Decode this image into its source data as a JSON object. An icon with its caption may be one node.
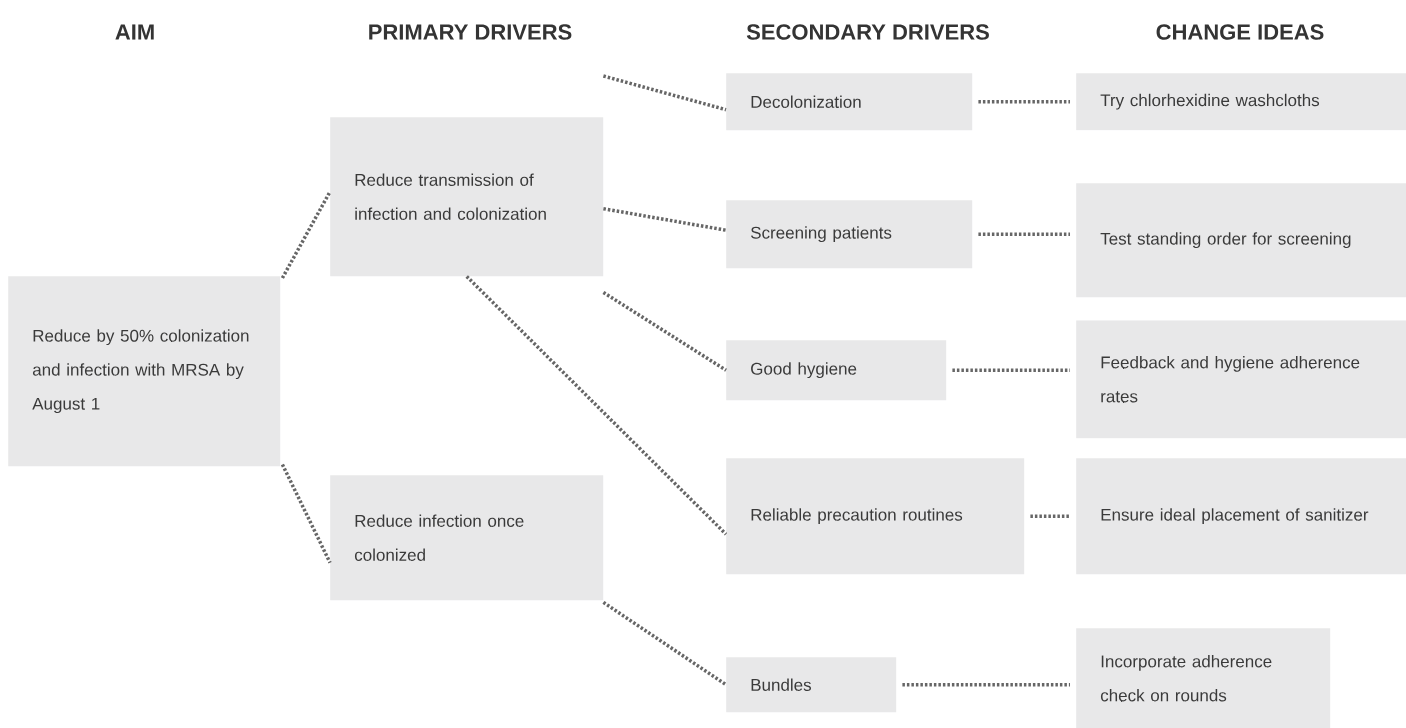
{
  "diagram": {
    "nodes": [
      {
        "text": [
          "Reduce by 50% colonization and infection with MRSA by August 1"
        ]
      },
      {
        "text": [
          "Reduce transmission of infection and colonization"
        ]
      },
      {
        "text": [
          "Reduce infection once colonized"
        ]
      },
      {
        "text": [
          "Decolonization"
        ]
      },
      {
        "text": [
          "Screening patients"
        ]
      },
      {
        "text": [
          "Good hygiene"
        ]
      },
      {
        "text": [
          "Reliable precaution routines"
        ]
      },
      {
        "text": [
          "Bundles"
        ]
      },
      {
        "text": [
          "Try chlorhexidine washcloths"
        ]
      },
      {
        "text": [
          "Test standing order for screening"
        ]
      },
      {
        "text": [
          "Feedback and hygiene adherence rates"
        ]
      },
      {
        "text": [
          "Ensure ideal placement of sanitizer"
        ]
      },
      {
        "text": [
          "Incorporate adherence check on rounds"
        ]
      }
    ],
    "edges": [
      {
        "from": 0,
        "to": 1,
        "arrow": "none"
      },
      {
        "from": 0,
        "to": 2,
        "arrow": "none"
      },
      {
        "from": 1,
        "to": 3,
        "arrow": "none"
      },
      {
        "from": 1,
        "to": 4,
        "arrow": "none"
      },
      {
        "from": 1,
        "to": 5,
        "arrow": "none"
      },
      {
        "from": 1,
        "to": 6,
        "arrow": "none"
      },
      {
        "from": 2,
        "to": 7,
        "arrow": "none"
      },
      {
        "from": 3,
        "to": 8,
        "arrow": "none"
      },
      {
        "from": 4,
        "to": 9,
        "arrow": "none"
      },
      {
        "from": 5,
        "to": 10,
        "arrow": "none"
      },
      {
        "from": 6,
        "to": 11,
        "arrow": "none"
      },
      {
        "from": 7,
        "to": 12,
        "arrow": "none"
      }
    ],
    "labels": [
      "AIM",
      "PRIMARY DRIVERS",
      "SECONDARY DRIVERS",
      "CHANGE IDEAS"
    ]
  }
}
